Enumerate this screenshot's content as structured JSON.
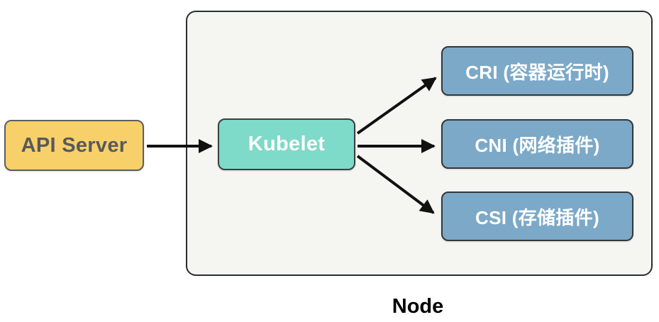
{
  "diagram": {
    "container_label": "Node",
    "nodes": {
      "api_server": {
        "label": "API Server"
      },
      "kubelet": {
        "label": "Kubelet"
      },
      "cri": {
        "label": "CRI (容器运行时)"
      },
      "cni": {
        "label": "CNI (网络插件)"
      },
      "csi": {
        "label": "CSI (存储插件)"
      }
    },
    "edges": [
      {
        "from": "api_server",
        "to": "kubelet"
      },
      {
        "from": "kubelet",
        "to": "cri"
      },
      {
        "from": "kubelet",
        "to": "cni"
      },
      {
        "from": "kubelet",
        "to": "csi"
      }
    ],
    "colors": {
      "api_server_bg": "#f8d06a",
      "api_server_text": "#58595b",
      "kubelet_bg": "#7edac9",
      "plugin_bg": "#7ca9c8",
      "plugin_text": "#ffffff",
      "node_container_bg": "#f5f5f2",
      "container_border": "#2b2e30",
      "arrow": "#111111"
    }
  }
}
